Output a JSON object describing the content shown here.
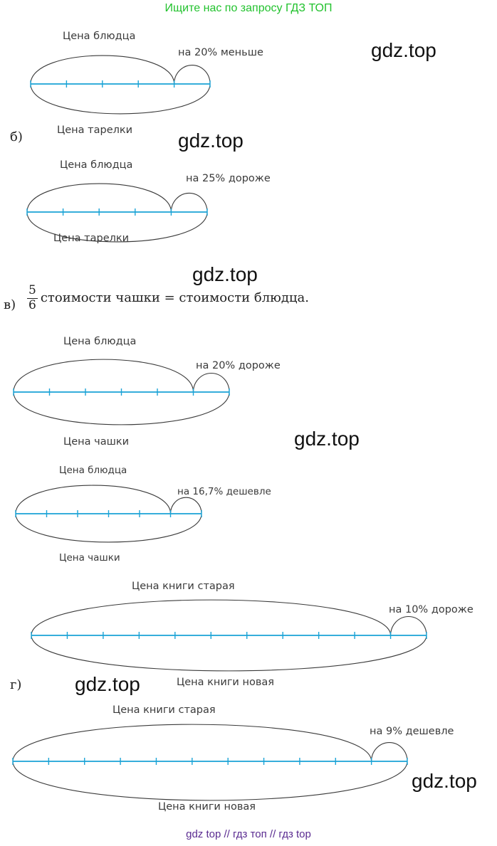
{
  "banner": "Ищите нас по запросу ГДЗ ТОП",
  "watermark": "gdz.top",
  "footer": "gdz top  //  гдз топ  //  гдз top",
  "letters": {
    "b": "б)",
    "v": "в)",
    "g": "г)"
  },
  "formula": {
    "numerator": "5",
    "denominator": "6",
    "text": "стоимости чашки = стоимости блюдца."
  },
  "diagrams": [
    {
      "top": "Цена блюдца",
      "bottom": "Цена тарелки",
      "note": "на 20% меньше",
      "segments": 5
    },
    {
      "top": "Цена блюдца",
      "bottom": "Цена тарелки",
      "note": "на 25% дороже",
      "segments": 5
    },
    {
      "top": "Цена блюдца",
      "bottom": "Цена чашки",
      "note": "на 20% дороже",
      "segments": 6
    },
    {
      "top": "Цена блюдца",
      "bottom": "Цена чашки",
      "note": "на 16,7% дешевле",
      "segments": 6
    },
    {
      "top": "Цена книги старая",
      "bottom": "Цена книги новая",
      "note": "на 10% дороже",
      "segments": 11
    },
    {
      "top": "Цена книги старая",
      "bottom": "Цена книги новая",
      "note": "на 9% дешевле",
      "segments": 11
    }
  ]
}
